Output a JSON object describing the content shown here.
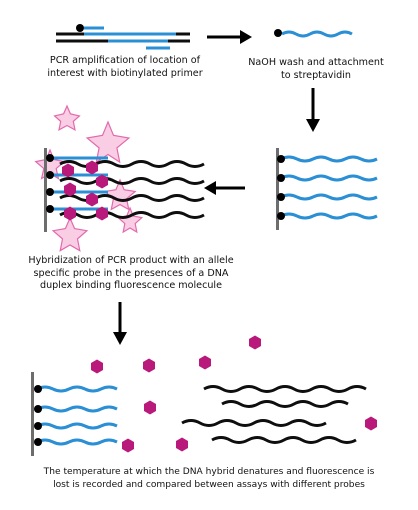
{
  "steps": {
    "step1": {
      "lines": [
        "PCR amplification of location of",
        "interest with biotinylated primer"
      ]
    },
    "step2": {
      "lines": [
        "NaOH wash and attachment",
        "to streptavidin"
      ]
    },
    "step3": {
      "lines": [
        "Hybridization of PCR product with an allele",
        "specific probe in the presences of a DNA",
        "duplex binding fluorescence molecule"
      ]
    },
    "step4": {
      "lines": [
        "The temperature at which the DNA hybrid denatures and fluorescence is",
        "lost is recorded and compared between assays with different probes"
      ]
    }
  },
  "colors": {
    "dna_strand": "#0e0e0e",
    "primer_strand": "#2a8fd4",
    "fluorescent_marker": "#b8197a",
    "fluorescence_glow": "#f4a6cf",
    "surface": "#6d6d6d",
    "biotin": "#000000"
  }
}
